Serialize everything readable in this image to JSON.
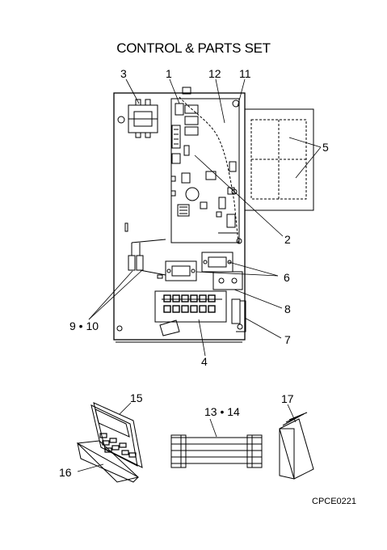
{
  "title": "CONTROL & PARTS SET",
  "code": "CPCE0221",
  "callouts": {
    "c1": "1",
    "c2": "2",
    "c3": "3",
    "c4": "4",
    "c5": "5",
    "c6": "6",
    "c7": "7",
    "c8": "8",
    "c9_10": "9 • 10",
    "c11": "11",
    "c12": "12",
    "c13_14": "13 • 14",
    "c15": "15",
    "c16": "16",
    "c17": "17"
  }
}
